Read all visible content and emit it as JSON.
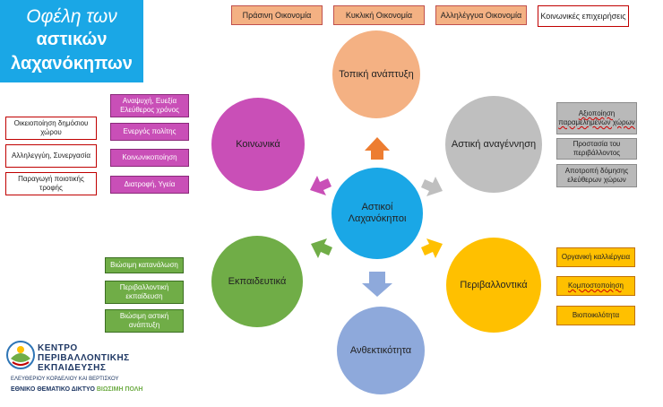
{
  "title": {
    "line1": "Οφέλη των",
    "line2": "αστικών",
    "line3": "λαχανόκηπων"
  },
  "top_tags": [
    "Πράσινη Οικονομία",
    "Κυκλική Οικονομία",
    "Αλληλέγγυα Οικονομία",
    "Κοινωνικές επιχειρήσεις"
  ],
  "center": "Αστικοί Λαχανόκηποι",
  "circles": {
    "local": "Τοπική ανάπτυξη",
    "urban": "Αστική αναγέννηση",
    "env": "Περιβαλλοντικά",
    "resilience": "Ανθεκτικότητα",
    "edu": "Εκπαιδευτικά",
    "social": "Κοινωνικά"
  },
  "social_boxes": [
    "Αναψυχή, Ευεξία Ελεύθερος χρόνος",
    "Ενεργός πολίτης",
    "Κοινωνικοποίηση",
    "Διατροφή, Υγεία"
  ],
  "social_red_boxes": [
    "Οικειοποίηση δημόσιου χώρου",
    "Αλληλεγγύη, Συνεργασία",
    "Παραγωγή ποιοτικής τροφής"
  ],
  "urban_boxes": [
    "Αξιοποίηση παραμελημένων χώρων",
    "Προστασία του περιβάλλοντος",
    "Αποτροπή δόμησης ελεύθερων χώρων"
  ],
  "env_boxes": [
    "Οργανική καλλιέργεια",
    "Κομποστοποίηση",
    "Βιοποικιλότητα"
  ],
  "edu_boxes": [
    "Βιώσιμη κατανάλωση",
    "Περιβαλλοντική εκπαίδευση",
    "Βιώσιμη αστική ανάπτυξη"
  ],
  "logo": {
    "line1": "ΚΕΝΤΡΟ",
    "line2": "ΠΕΡΙΒΑΛΛΟΝΤΙΚΗΣ",
    "line3": "ΕΚΠΑΙΔΕΥΣΗΣ",
    "line4": "ΕΛΕΥΘΕΡΙΟΥ ΚΟΡΔΕΛΙΟΥ ΚΑΙ ΒΕΡΤΙΣΚΟΥ",
    "network": "ΕΘΝΙΚΟ ΘΕΜΑΤΙΚΟ ΔΙΚΤΥΟ",
    "network_highlight": "ΒΙΩΣΙΜΗ ΠΟΛΗ"
  },
  "colors": {
    "title_bg": "#1aa7e6",
    "local": "#f4b183",
    "urban": "#bfbfbf",
    "env": "#ffc000",
    "resilience": "#8ea9db",
    "edu": "#70ad47",
    "social": "#c94fb7",
    "center": "#1aa7e6"
  }
}
